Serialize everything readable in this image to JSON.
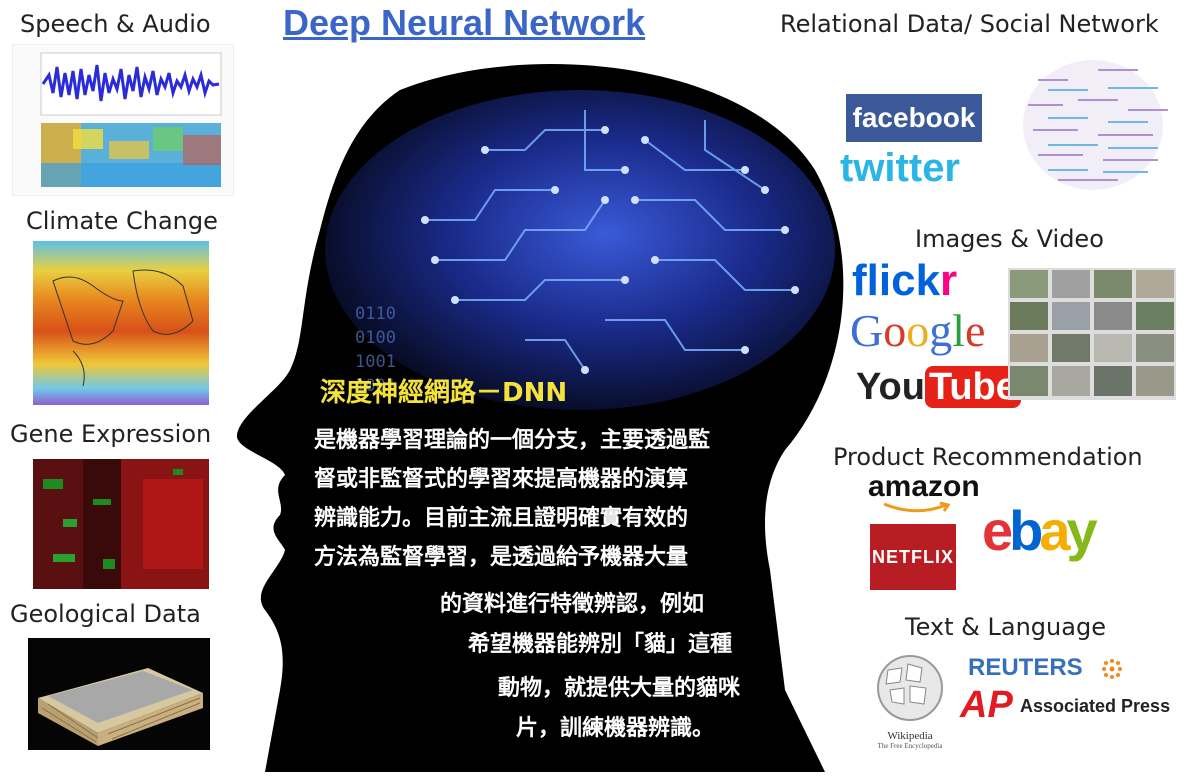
{
  "title": "Deep Neural Network",
  "left_labels": {
    "speech": "Speech & Audio",
    "climate": "Climate Change",
    "gene": "Gene Expression",
    "geo": "Geological Data"
  },
  "right_labels": {
    "relational": "Relational Data/ Social Network",
    "images": "Images & Video",
    "product": "Product Recommendation",
    "text": "Text & Language"
  },
  "binary_text": [
    "0110",
    "0100",
    "1001",
    "1001"
  ],
  "center_text": {
    "heading": "深度神經網路－DNN",
    "lines": [
      "是機器學習理論的一個分支，主要透過監",
      "督或非監督式的學習來提高機器的演算",
      "辨識能力。目前主流且證明確實有效的",
      "方法為監督學習，是透過給予機器大量",
      "的資料進行特徵辨認，例如",
      "希望機器能辨別「貓」這種",
      "動物，就提供大量的貓咪",
      "片，訓練機器辨識。"
    ]
  },
  "logos": {
    "facebook": "facebook",
    "twitter": "twitter",
    "flickr_a": "flick",
    "flickr_b": "r",
    "google": [
      "G",
      "o",
      "o",
      "g",
      "l",
      "e"
    ],
    "youtube_a": "You",
    "youtube_b": "Tube",
    "amazon": "amazon",
    "netflix": "NETFLIX",
    "ebay": [
      "e",
      "b",
      "a",
      "y"
    ],
    "reuters": "REUTERS",
    "ap": "AP",
    "associated_press": "Associated Press",
    "wikipedia": "Wikipedia",
    "wikipedia_sub": "The Free Encyclopedia"
  },
  "colors": {
    "title_blue": "#3a66c8",
    "facebook_blue": "#3b5998",
    "twitter_cyan": "#29b6e6",
    "flickr_blue": "#0063dc",
    "flickr_pink": "#ff0084",
    "youtube_red": "#e62117",
    "netflix_red": "#b81d24",
    "reuters_blue": "#3570b8",
    "ap_red": "#e21b23",
    "heading_yellow": "#f4e33a"
  }
}
